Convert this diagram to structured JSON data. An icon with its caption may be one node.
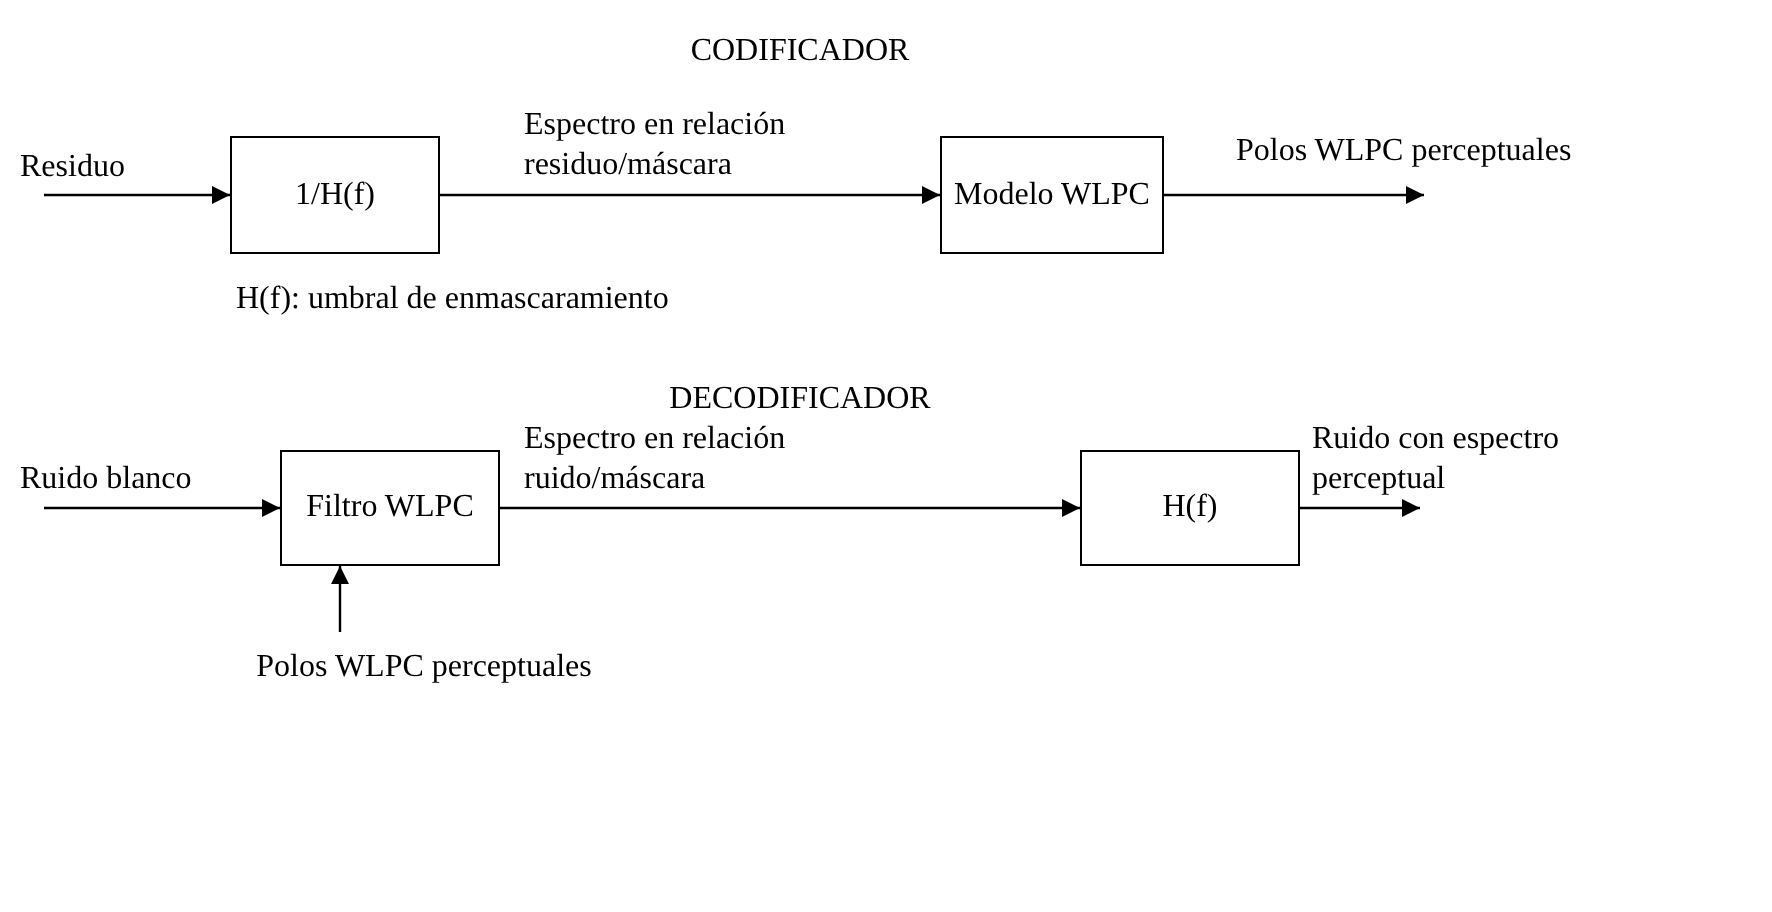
{
  "diagram": {
    "nodes": [
      {
        "text": [
          "1/H(f)"
        ],
        "beside": [
          "H(f): umbral de enmascaramiento"
        ]
      },
      {
        "text": [
          "Modelo WLPC"
        ]
      },
      {
        "text": [
          "Filtro WLPC"
        ]
      },
      {
        "text": [
          "H(f)"
        ]
      },
      {
        "text": [
          "Polos WLPC perceptuales"
        ]
      }
    ],
    "edges": [
      {
        "from": null,
        "to": 0,
        "arrow": "to",
        "label": "Residuo"
      },
      {
        "from": 0,
        "to": 1,
        "arrow": "to",
        "label": "Espectro en relación residuo/máscara"
      },
      {
        "from": 1,
        "to": null,
        "arrow": "to",
        "label": "Polos WLPC perceptuales"
      },
      {
        "from": null,
        "to": 2,
        "arrow": "to",
        "label": "Ruido blanco"
      },
      {
        "from": 2,
        "to": 3,
        "arrow": "to",
        "label": "Espectro en relación ruido/máscara"
      },
      {
        "from": 3,
        "to": null,
        "arrow": "to",
        "label": "Ruido con espectro perceptual"
      },
      {
        "from": 4,
        "to": 2,
        "arrow": "to"
      }
    ],
    "labels": [
      "CODIFICADOR",
      "DECODIFICADOR"
    ]
  }
}
